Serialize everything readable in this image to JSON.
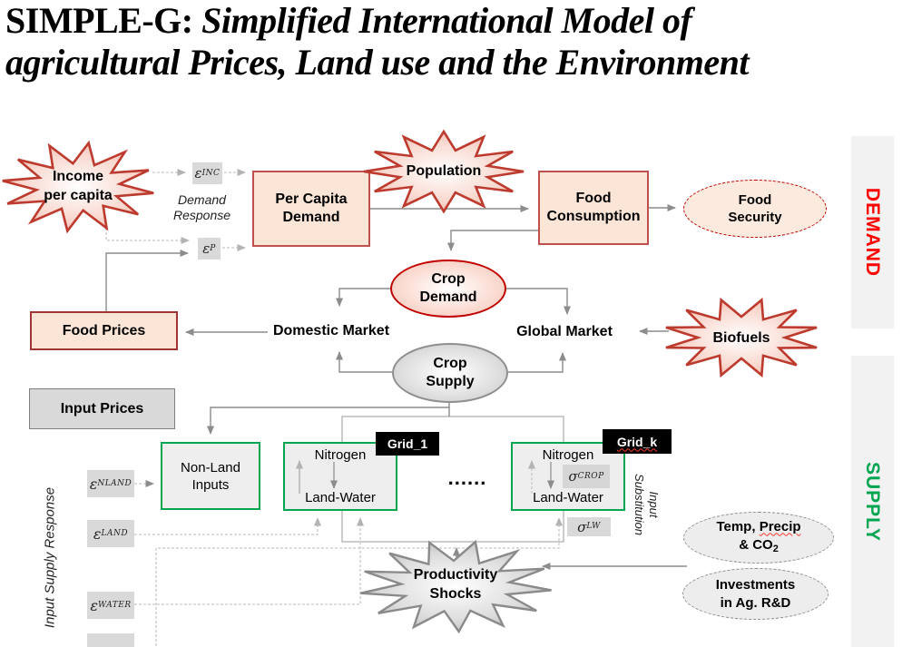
{
  "title": {
    "prefix": "SIMPLE-G:",
    "line1_rest": " Simplified International Model of",
    "line2": "agricultural Prices, Land use and the Environment"
  },
  "side_labels": {
    "demand": "DEMAND",
    "supply": "SUPPLY"
  },
  "shocks": {
    "income": {
      "line1": "Income",
      "line2": "per capita"
    },
    "population": {
      "label": "Population"
    },
    "biofuels": {
      "label": "Biofuels"
    },
    "productivity": {
      "line1": "Productivity",
      "line2": "Shocks"
    }
  },
  "demand_chain": {
    "per_capita_demand": {
      "line1": "Per Capita",
      "line2": "Demand"
    },
    "food_consumption": {
      "line1": "Food",
      "line2": "Consumption"
    },
    "food_security": {
      "line1": "Food",
      "line2": "Security"
    },
    "crop_demand": {
      "line1": "Crop",
      "line2": "Demand"
    },
    "food_prices": {
      "label": "Food Prices"
    },
    "domestic_market": {
      "label": "Domestic Market"
    },
    "global_market": {
      "label": "Global Market"
    }
  },
  "supply_chain": {
    "crop_supply": {
      "line1": "Crop",
      "line2": "Supply"
    },
    "input_prices": {
      "label": "Input Prices"
    },
    "non_land_inputs": {
      "line1": "Non-Land",
      "line2": "Inputs"
    },
    "grid_1": {
      "tag": "Grid_1",
      "top": "Nitrogen",
      "bottom": "Land-Water"
    },
    "grid_k": {
      "tag": "Grid_k",
      "top": "Nitrogen",
      "bottom": "Land-Water"
    },
    "grid_ellipsis": "......",
    "temp_precip": {
      "line1_prefix": "Temp, ",
      "line1_word": "Precip",
      "line2_prefix": "& CO",
      "line2_sub": "2"
    },
    "investments": {
      "line1": "Investments",
      "line2": "in Ag. R&D"
    }
  },
  "parameters": {
    "eps_inc": {
      "symbol": "ε",
      "sub": "INC"
    },
    "eps_p": {
      "symbol": "ε",
      "sub": "P"
    },
    "eps_nland": {
      "symbol": "ε",
      "sub": "NLAND"
    },
    "eps_land": {
      "symbol": "ε",
      "sub": "LAND"
    },
    "eps_water": {
      "symbol": "ε",
      "sub": "WATER"
    },
    "sigma_crop": {
      "symbol": "σ",
      "sub": "CROP"
    },
    "sigma_lw": {
      "symbol": "σ",
      "sub": "LW"
    }
  },
  "annotations": {
    "demand_response": {
      "line1": "Demand",
      "line2": "Response"
    },
    "input_supply_response": "Input Supply Response",
    "input_substitution": {
      "line1": "Input",
      "line2": "Substitution"
    }
  },
  "colors": {
    "demand_label": "#ff0000",
    "supply_label": "#00a550",
    "demand_box_fill": "#fbe5d6",
    "demand_box_border": "#c0504d",
    "gray_box_fill": "#d9d9d9",
    "grid_border": "#00a550",
    "red_border": "#c00000",
    "connector": "#8c8c8c",
    "sidebar_fill": "#f2f2f2"
  }
}
